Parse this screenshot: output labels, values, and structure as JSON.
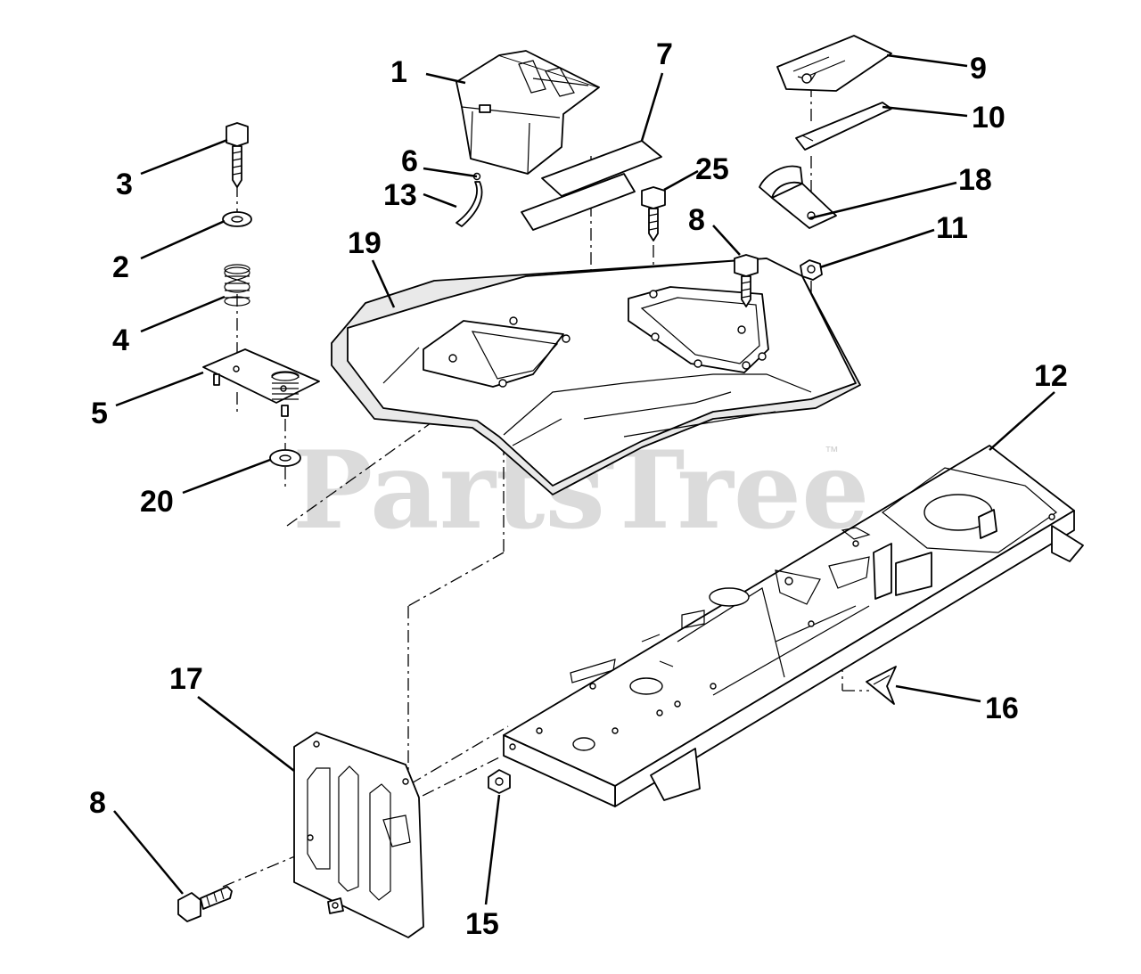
{
  "watermark": {
    "text": "PartsTree",
    "trademark": "™"
  },
  "callouts": [
    "1",
    "7",
    "9",
    "10",
    "3",
    "6",
    "25",
    "18",
    "13",
    "8",
    "11",
    "2",
    "19",
    "4",
    "12",
    "5",
    "20",
    "17",
    "16",
    "8",
    "15"
  ]
}
